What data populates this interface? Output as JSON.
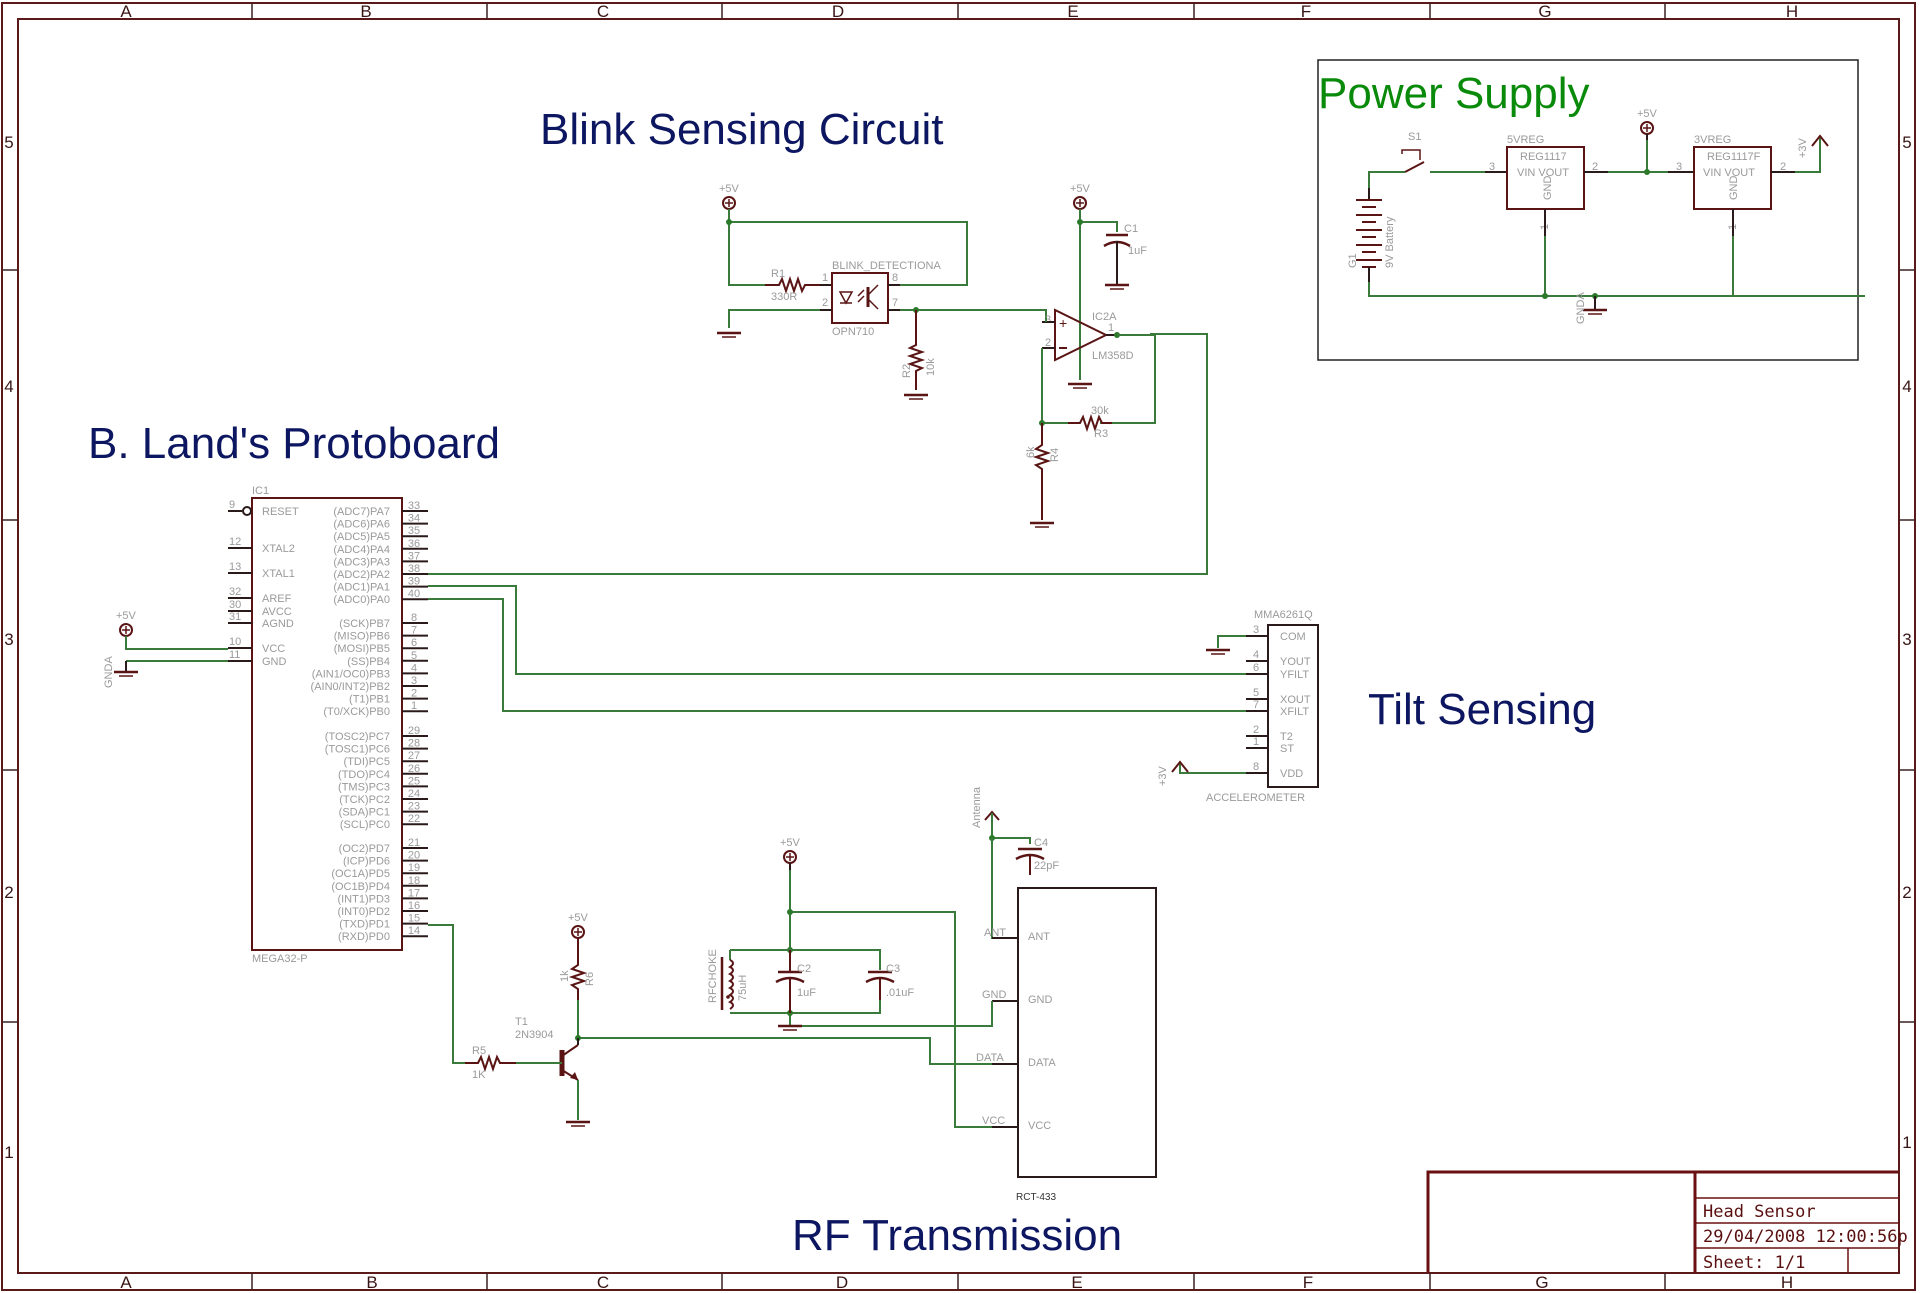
{
  "frame": {
    "columns": [
      "A",
      "B",
      "C",
      "D",
      "E",
      "F",
      "G",
      "H"
    ],
    "rows": [
      "5",
      "4",
      "3",
      "2",
      "1"
    ]
  },
  "headings": {
    "blink": "Blink Sensing Circuit",
    "protoboard": "B. Land's Protoboard",
    "power": "Power Supply",
    "tilt": "Tilt Sensing",
    "rf": "RF Transmission"
  },
  "mcu": {
    "ref": "IC1",
    "value": "MEGA32-P",
    "left_pins": [
      {
        "num": "9",
        "name": "RESET"
      },
      {
        "num": "12",
        "name": "XTAL2"
      },
      {
        "num": "13",
        "name": "XTAL1"
      },
      {
        "num": "32",
        "name": "AREF"
      },
      {
        "num": "30",
        "name": "AVCC"
      },
      {
        "num": "31",
        "name": "AGND"
      },
      {
        "num": "10",
        "name": "VCC"
      },
      {
        "num": "11",
        "name": "GND"
      }
    ],
    "right_pins_a": [
      {
        "num": "33",
        "name": "(ADC7)PA7"
      },
      {
        "num": "34",
        "name": "(ADC6)PA6"
      },
      {
        "num": "35",
        "name": "(ADC5)PA5"
      },
      {
        "num": "36",
        "name": "(ADC4)PA4"
      },
      {
        "num": "37",
        "name": "(ADC3)PA3"
      },
      {
        "num": "38",
        "name": "(ADC2)PA2"
      },
      {
        "num": "39",
        "name": "(ADC1)PA1"
      },
      {
        "num": "40",
        "name": "(ADC0)PA0"
      }
    ],
    "right_pins_b": [
      {
        "num": "8",
        "name": "(SCK)PB7"
      },
      {
        "num": "7",
        "name": "(MISO)PB6"
      },
      {
        "num": "6",
        "name": "(MOSI)PB5"
      },
      {
        "num": "5",
        "name": "(SS)PB4"
      },
      {
        "num": "4",
        "name": "(AIN1/OC0)PB3"
      },
      {
        "num": "3",
        "name": "(AIN0/INT2)PB2"
      },
      {
        "num": "2",
        "name": "(T1)PB1"
      },
      {
        "num": "1",
        "name": "(T0/XCK)PB0"
      }
    ],
    "right_pins_c": [
      {
        "num": "29",
        "name": "(TOSC2)PC7"
      },
      {
        "num": "28",
        "name": "(TOSC1)PC6"
      },
      {
        "num": "27",
        "name": "(TDI)PC5"
      },
      {
        "num": "26",
        "name": "(TDO)PC4"
      },
      {
        "num": "25",
        "name": "(TMS)PC3"
      },
      {
        "num": "24",
        "name": "(TCK)PC2"
      },
      {
        "num": "23",
        "name": "(SDA)PC1"
      },
      {
        "num": "22",
        "name": "(SCL)PC0"
      }
    ],
    "right_pins_d": [
      {
        "num": "21",
        "name": "(OC2)PD7"
      },
      {
        "num": "20",
        "name": "(ICP)PD6"
      },
      {
        "num": "19",
        "name": "(OC1A)PD5"
      },
      {
        "num": "18",
        "name": "(OC1B)PD4"
      },
      {
        "num": "17",
        "name": "(INT1)PD3"
      },
      {
        "num": "16",
        "name": "(INT0)PD2"
      },
      {
        "num": "15",
        "name": "(TXD)PD1"
      },
      {
        "num": "14",
        "name": "(RXD)PD0"
      }
    ],
    "supply_label": "+5V",
    "gnd_label": "GNDA"
  },
  "blink": {
    "supply1": "+5V",
    "r1_ref": "R1",
    "r1_val": "330R",
    "opto_name": "BLINK_DETECTIONA",
    "opto_val": "OPN710",
    "opto_pins": [
      "1",
      "2",
      "8",
      "7"
    ],
    "r2_ref": "R2",
    "r2_val": "10k",
    "supply2": "+5V",
    "c1_ref": "C1",
    "c1_val": "1uF",
    "opamp_ref": "IC2A",
    "opamp_val": "LM358D",
    "opamp_pins": [
      "3",
      "2",
      "1"
    ],
    "r3_ref": "R3",
    "r3_val": "30k",
    "r4_ref": "R4",
    "r4_val": "6k"
  },
  "power": {
    "switch": "S1",
    "battery_ref": "G1",
    "battery_val": "9V Battery",
    "reg1_ref": "5VREG",
    "reg1_val": "REG1117",
    "reg1_pins_label": "VIN VOUT",
    "reg1_gnd": "GND",
    "reg2_ref": "3VREG",
    "reg2_val": "REG1117F",
    "reg2_pins_label": "VIN VOUT",
    "reg2_gnd": "GND",
    "supply_5v": "+5V",
    "supply_3v": "+3V",
    "gnd": "GNDA",
    "pin_vin": "3",
    "pin_vout": "2",
    "pin_gnd": "1"
  },
  "accel": {
    "ref": "MMA6261Q",
    "value": "ACCELEROMETER",
    "pins": [
      {
        "num": "3",
        "name": "COM"
      },
      {
        "num": "4",
        "name": "YOUT"
      },
      {
        "num": "6",
        "name": "YFILT"
      },
      {
        "num": "5",
        "name": "XOUT"
      },
      {
        "num": "7",
        "name": "XFILT"
      },
      {
        "num": "2",
        "name": "T2"
      },
      {
        "num": "1",
        "name": "ST"
      },
      {
        "num": "8",
        "name": "VDD"
      }
    ],
    "supply": "+3V"
  },
  "rf": {
    "antenna": "Antenna",
    "c4_ref": "C4",
    "c4_val": "22pF",
    "supply1": "+5V",
    "choke_ref": "RFCHOKE",
    "choke_val": "75uH",
    "c2_ref": "C2",
    "c2_val": "1uF",
    "c3_ref": "C3",
    "c3_val": ".01uF",
    "supply2": "+5V",
    "r6_ref": "R6",
    "r6_val": "1k",
    "t1_ref": "T1",
    "t1_val": "2N3904",
    "r5_ref": "R5",
    "r5_val": "1K",
    "module": "RCT-433",
    "module_pins": [
      "ANT",
      "GND",
      "DATA",
      "VCC"
    ]
  },
  "title_block": {
    "title": "Head Sensor",
    "date": "29/04/2008 12:00:56p",
    "sheet": "Sheet: 1/1"
  }
}
